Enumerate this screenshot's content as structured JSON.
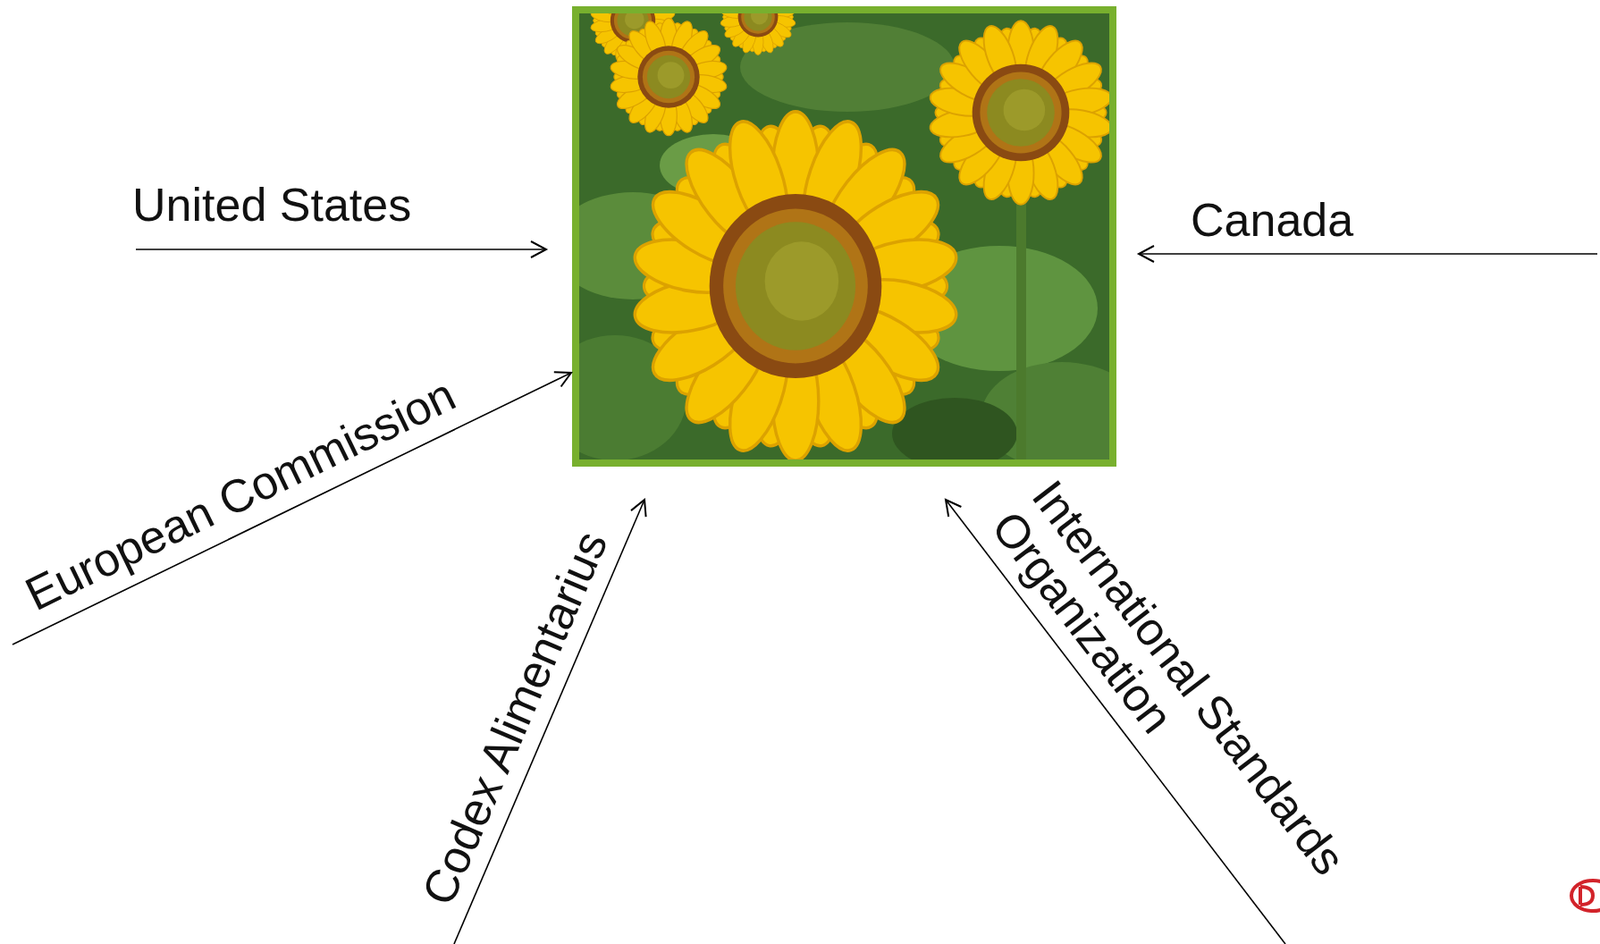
{
  "diagram": {
    "labels": [
      "United States",
      "Canada",
      "European Commission",
      "Codex Alimentarius",
      "International Standards Organization"
    ]
  }
}
